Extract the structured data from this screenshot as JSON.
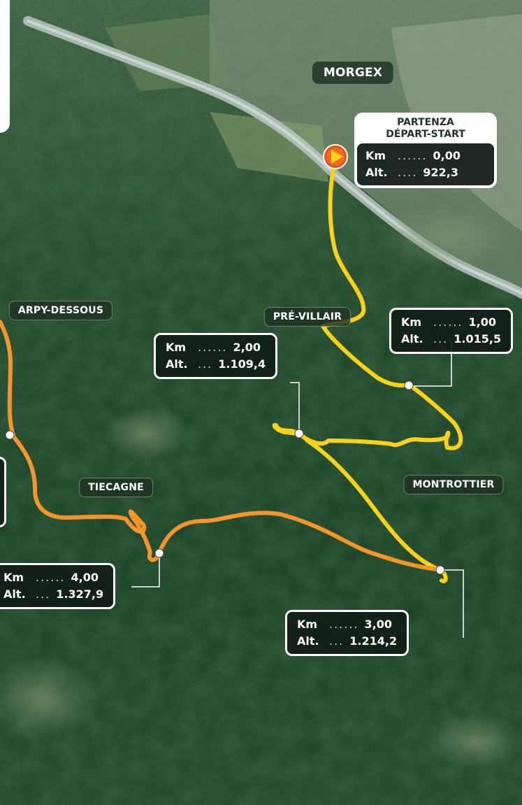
{
  "places": {
    "morgex": "MORGEX",
    "pre_villair": "PRÉ-VILLAIR",
    "arpy_dessous": "ARPY-DESSOUS",
    "tiecagne": "TIECAGNE",
    "montrottier": "MONTROTTIER"
  },
  "start": {
    "title_line1": "PARTENZA",
    "title_line2": "DÉPART-START",
    "km_label": "Km",
    "km_dots": "......",
    "km_value": "0,00",
    "alt_label": "Alt.",
    "alt_dots": "....",
    "alt_value": "922,3"
  },
  "checkpoints": [
    {
      "km_label": "Km",
      "km_dots": "......",
      "km_value": "1,00",
      "alt_label": "Alt.",
      "alt_dots": "...",
      "alt_value": "1.015,5"
    },
    {
      "km_label": "Km",
      "km_dots": "......",
      "km_value": "2,00",
      "alt_label": "Alt.",
      "alt_dots": "...",
      "alt_value": "1.109,4"
    },
    {
      "km_label": "Km",
      "km_dots": "......",
      "km_value": "3,00",
      "alt_label": "Alt.",
      "alt_dots": "...",
      "alt_value": "1.214,2"
    },
    {
      "km_label": "Km",
      "km_dots": "......",
      "km_value": "4,00",
      "alt_label": "Alt.",
      "alt_dots": "...",
      "alt_value": "1.327,9"
    }
  ],
  "colors": {
    "route_yellow": "#f7d21a",
    "route_orange": "#f2952a",
    "start_marker": "#e8521c",
    "river": "#b9c7c2"
  },
  "icons": {
    "start_marker": "play-triangle-icon"
  }
}
